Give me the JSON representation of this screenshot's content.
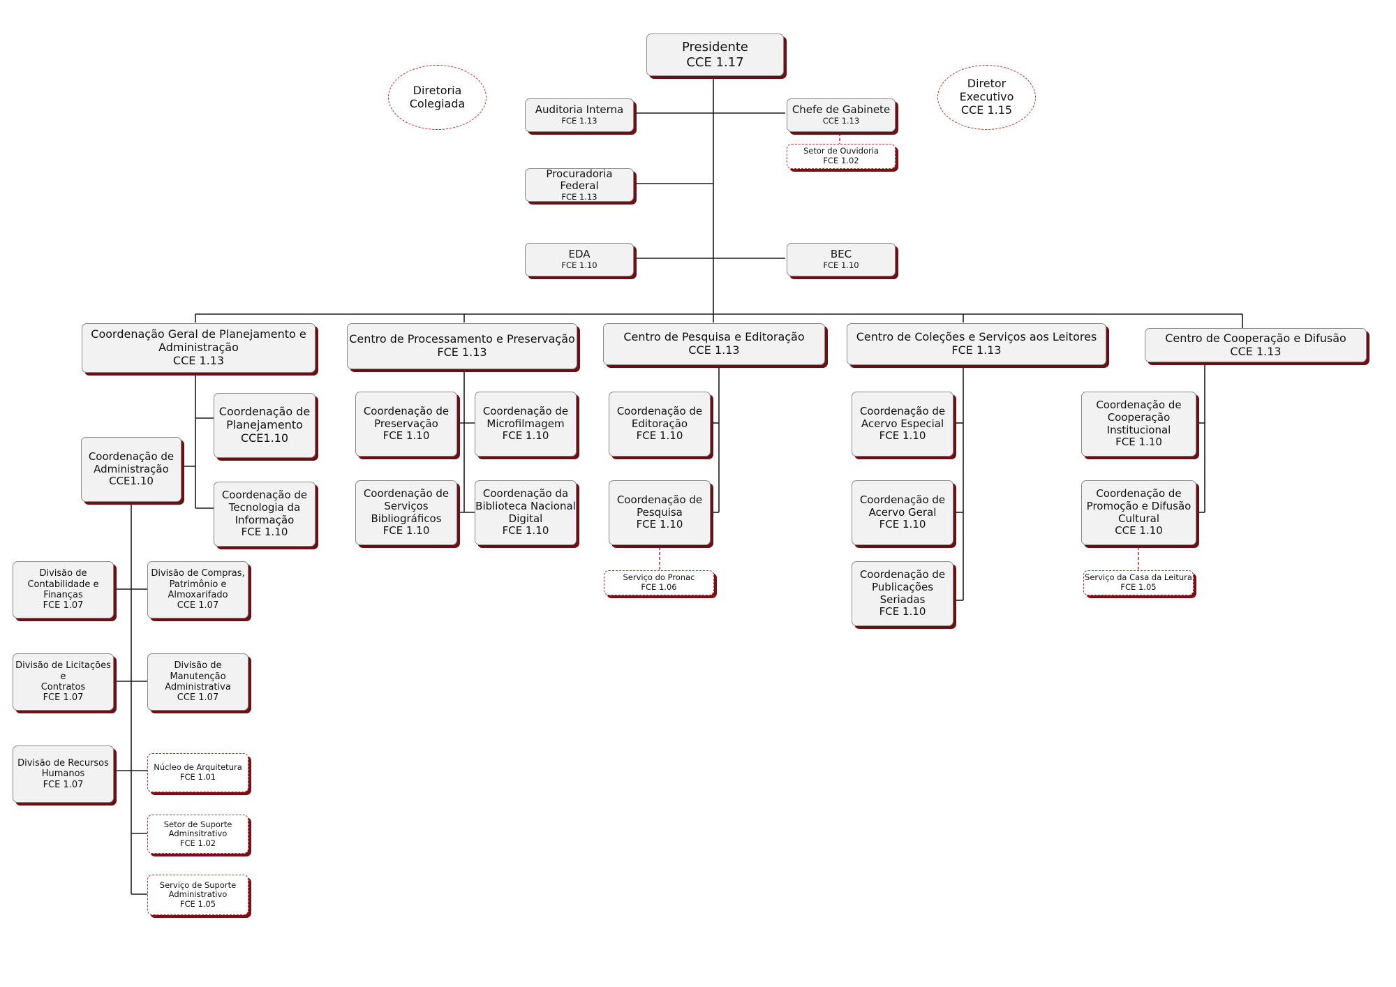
{
  "colors": {
    "line": "#1a1a1a",
    "box_fill": "#f2f2f2",
    "box_shadow": "#6b0f14",
    "dashed_border": "#c0272d"
  },
  "nodes": {
    "presidente": {
      "title": "Presidente",
      "code": "CCE 1.17"
    },
    "diretoria_colegiada": {
      "title": "Diretoria\nColegiada"
    },
    "diretor_executivo": {
      "title": "Diretor\nExecutivo\nCCE 1.15"
    },
    "auditoria_interna": {
      "title": "Auditoria Interna",
      "code": "FCE 1.13"
    },
    "chefe_gabinete": {
      "title": "Chefe de Gabinete",
      "code": "CCE 1.13"
    },
    "setor_ouvidoria": {
      "title": "Setor de Ouvidoria",
      "code": "FCE 1.02"
    },
    "procuradoria_federal": {
      "title": "Procuradoria Federal",
      "code": "FCE 1.13"
    },
    "eda": {
      "title": "EDA",
      "code": "FCE 1.10"
    },
    "bec": {
      "title": "BEC",
      "code": "FCE 1.10"
    },
    "cgpa": {
      "title": "Coordenação Geral de Planejamento e\nAdministração",
      "code": "CCE 1.13"
    },
    "cpp": {
      "title": "Centro de Processamento e Preservação",
      "code": "FCE 1.13"
    },
    "cpe": {
      "title": "Centro de Pesquisa e Editoração",
      "code": "CCE 1.13"
    },
    "ccsl": {
      "title": "Centro de Coleções e Serviços aos Leitores",
      "code": "FCE 1.13"
    },
    "ccd": {
      "title": "Centro de Cooperação e Difusão",
      "code": "CCE 1.13"
    },
    "coord_planejamento": {
      "title": "Coordenação de\nPlanejamento",
      "code": "CCE1.10"
    },
    "coord_ti": {
      "title": "Coordenação de\nTecnologia da\nInformação",
      "code": "FCE 1.10"
    },
    "coord_administracao": {
      "title": "Coordenação de\nAdministração",
      "code": "CCE1.10"
    },
    "coord_preservacao": {
      "title": "Coordenação de\nPreservação",
      "code": "FCE 1.10"
    },
    "coord_microfilmagem": {
      "title": "Coordenação de\nMicrofilmagem",
      "code": "FCE 1.10"
    },
    "coord_servicos_bib": {
      "title": "Coordenação de\nServiços\nBibliográficos",
      "code": "FCE 1.10"
    },
    "coord_bib_digital": {
      "title": "Coordenação da\nBiblioteca Nacional\nDigital",
      "code": "FCE 1.10"
    },
    "coord_editoracao": {
      "title": "Coordenação de\nEditoração",
      "code": "FCE 1.10"
    },
    "coord_pesquisa": {
      "title": "Coordenação de\nPesquisa",
      "code": "FCE 1.10"
    },
    "servico_pronac": {
      "title": "Serviço do Pronac",
      "code": "FCE 1.06"
    },
    "coord_acervo_especial": {
      "title": "Coordenação de\nAcervo Especial",
      "code": "FCE 1.10"
    },
    "coord_acervo_geral": {
      "title": "Coordenação de\nAcervo Geral",
      "code": "FCE 1.10"
    },
    "coord_pub_seriadas": {
      "title": "Coordenação de\nPublicações\nSeriadas",
      "code": "FCE 1.10"
    },
    "coord_coop_inst": {
      "title": "Coordenação de\nCooperação\nInstitucional",
      "code": "FCE 1.10"
    },
    "coord_promocao": {
      "title": "Coordenação de\nPromoção e Difusão\nCultural",
      "code": "CCE 1.10"
    },
    "servico_casa_leitura": {
      "title": "Serviço da Casa da Leitura",
      "code": "FCE 1.05"
    },
    "div_contabilidade": {
      "title": "Divisão de\nContabilidade e\nFinanças",
      "code": "FCE 1.07"
    },
    "div_compras": {
      "title": "Divisão de Compras,\nPatrimônio e\nAlmoxarifado",
      "code": "CCE 1.07"
    },
    "div_licitacoes": {
      "title": "Divisão de Licitações e\nContratos",
      "code": "FCE 1.07"
    },
    "div_manutencao": {
      "title": "Divisão de\nManutenção\nAdministrativa",
      "code": "CCE 1.07"
    },
    "div_rh": {
      "title": "Divisão de Recursos\nHumanos",
      "code": "FCE 1.07"
    },
    "nucleo_arquitetura": {
      "title": "Núcleo de Arquitetura",
      "code": "FCE 1.01"
    },
    "setor_suporte_adm": {
      "title": "Setor de Suporte\nAdminsitrativo",
      "code": "FCE 1.02"
    },
    "servico_suporte_adm": {
      "title": "Serviço de Suporte\nAdministrativo",
      "code": "FCE 1.05"
    }
  }
}
